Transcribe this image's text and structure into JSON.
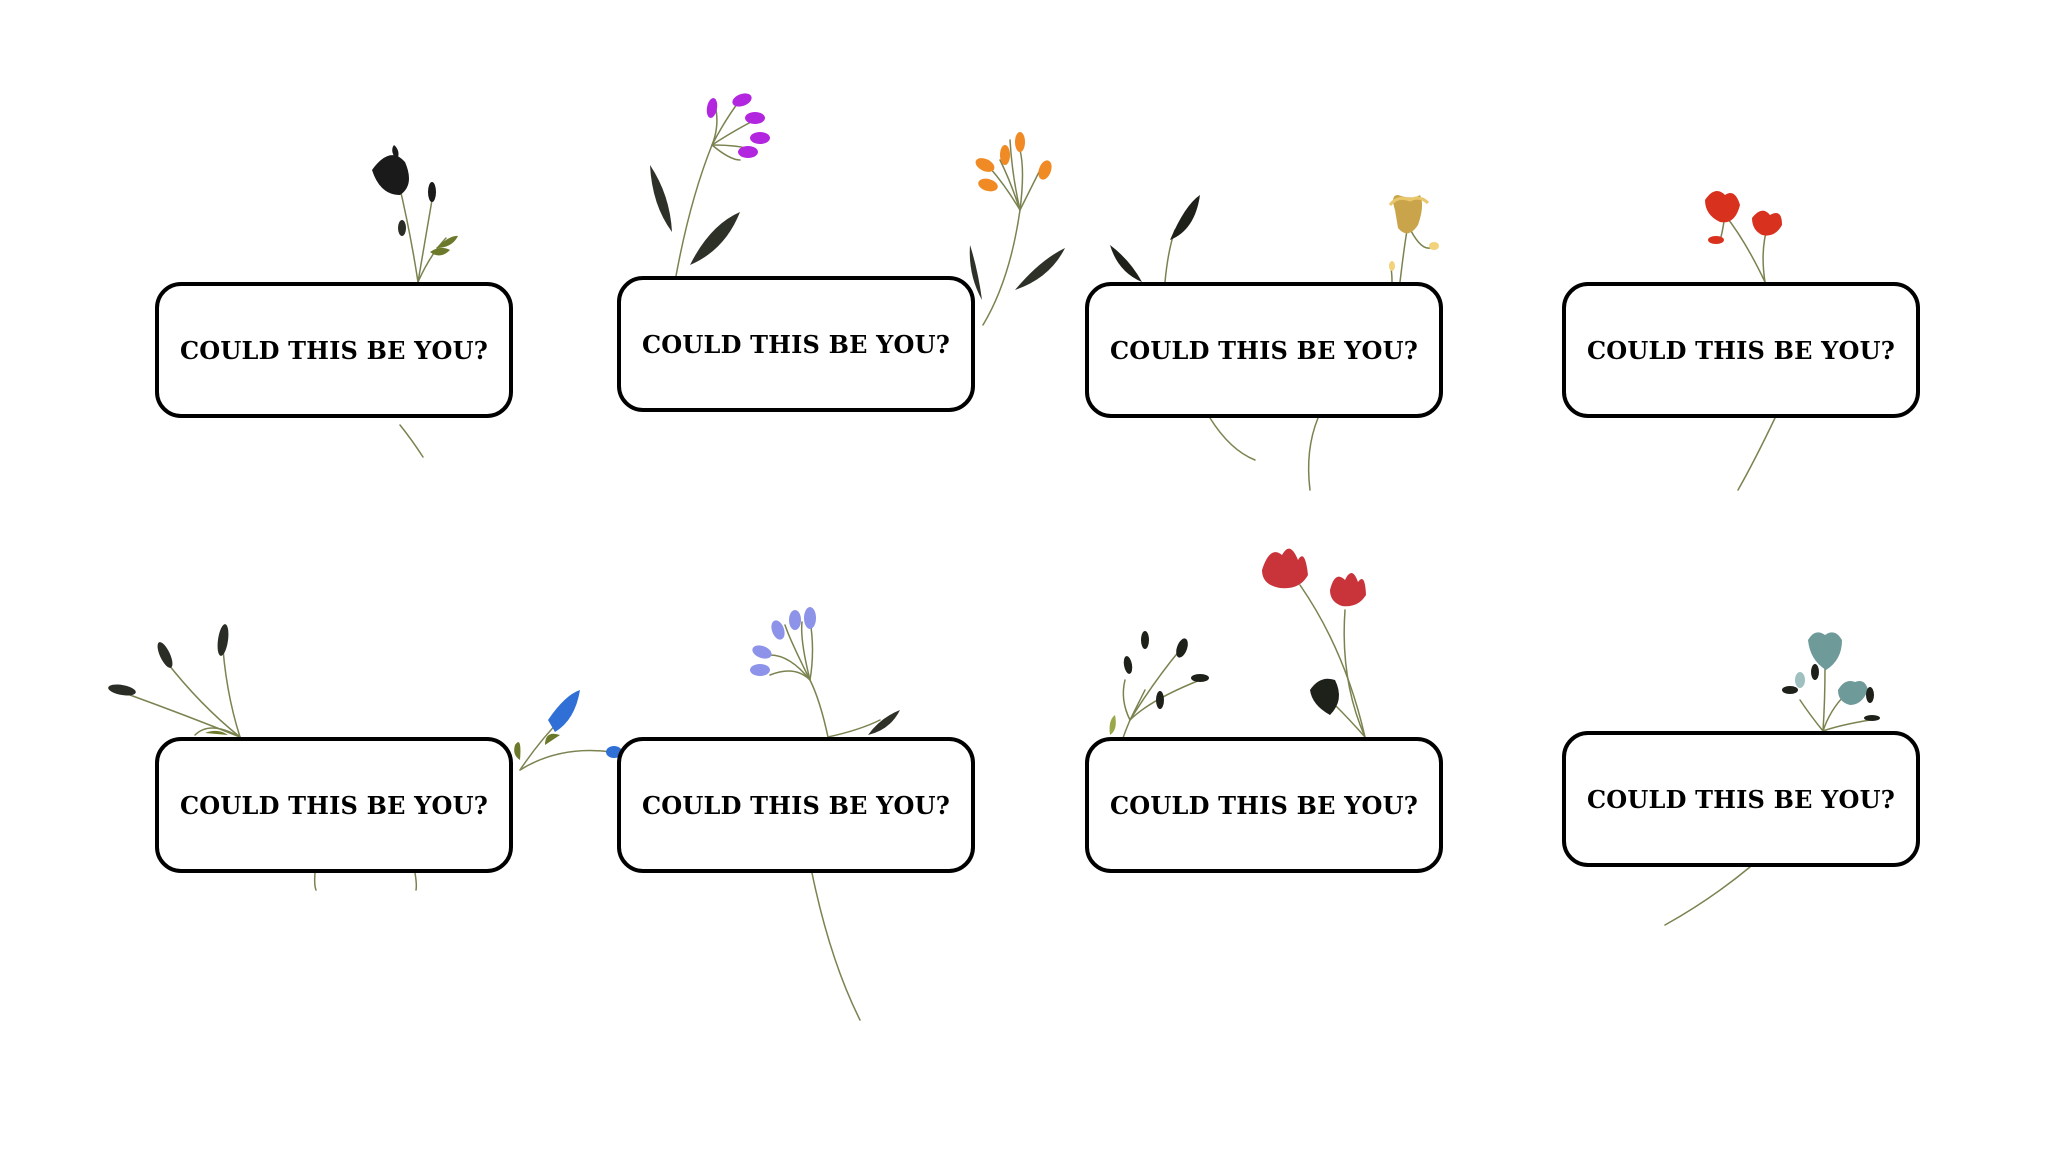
{
  "cards": [
    {
      "label": "COULD THIS BE YOU?"
    },
    {
      "label": "COULD THIS BE YOU?"
    },
    {
      "label": "COULD THIS BE YOU?"
    },
    {
      "label": "COULD THIS BE YOU?"
    },
    {
      "label": "COULD THIS BE YOU?"
    },
    {
      "label": "COULD THIS BE YOU?"
    },
    {
      "label": "COULD THIS BE YOU?"
    },
    {
      "label": "COULD THIS BE YOU?"
    }
  ],
  "flowers": [
    {
      "icon": "black-lily-flower-icon",
      "bloom_color": "#1a1a1a",
      "leaf_color": "#6b7a2a"
    },
    {
      "icon": "purple-bud-flower-icon",
      "bloom_color": "#b326e0",
      "leaf_color": "#2d3128"
    },
    {
      "icon": "orange-bud-flower-icon",
      "bloom_color": "#f08a24",
      "leaf_color": "#2d3128"
    },
    {
      "icon": "dark-leaf-sprig-icon",
      "bloom_color": "#1e2119",
      "leaf_color": "#1e2119"
    },
    {
      "icon": "gold-lily-flower-icon",
      "bloom_color": "#c9a44a",
      "leaf_color": "#f2d27a"
    },
    {
      "icon": "red-lily-flower-icon",
      "bloom_color": "#d8321e",
      "leaf_color": "#2d3128"
    },
    {
      "icon": "dark-bud-sprig-icon",
      "bloom_color": "#2a2d26",
      "leaf_color": "#6b7a2a"
    },
    {
      "icon": "blue-bud-flower-icon",
      "bloom_color": "#2f6fd6",
      "leaf_color": "#6b7a2a"
    },
    {
      "icon": "periwinkle-bud-flower-icon",
      "bloom_color": "#8c93e8",
      "leaf_color": "#2d3128"
    },
    {
      "icon": "dark-bud-sprig-icon",
      "bloom_color": "#1e2119",
      "leaf_color": "#9aa84a"
    },
    {
      "icon": "red-tulip-flower-icon",
      "bloom_color": "#c8343a",
      "leaf_color": "#1e2119"
    },
    {
      "icon": "teal-lily-flower-icon",
      "bloom_color": "#6f9a9a",
      "leaf_color": "#1e2119"
    }
  ],
  "colors": {
    "background": "#ffffff",
    "card_border": "#000000",
    "text": "#000000",
    "stem": "#7a8350"
  }
}
